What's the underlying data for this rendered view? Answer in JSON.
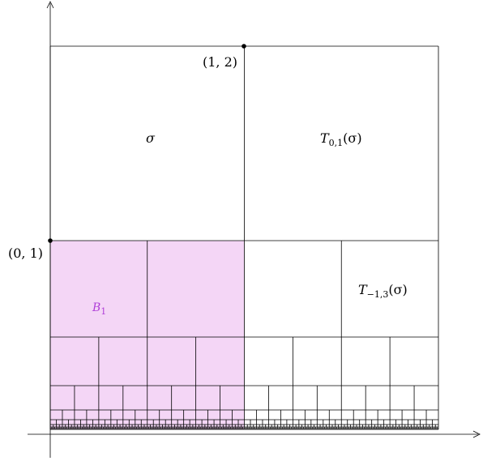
{
  "labels": {
    "sigma": "σ",
    "t01": {
      "base": "T",
      "sub": "0,1",
      "arg": "(σ)"
    },
    "t13": {
      "base": "T",
      "sub": "−1,3",
      "arg": "(σ)"
    },
    "b1": {
      "base": "B",
      "sub": "1"
    },
    "point_12": "(1, 2)",
    "point_01": "(0, 1)"
  },
  "colors": {
    "highlight_fill": "#f4d6f6",
    "highlight_text": "#b040d8",
    "line": "#000000"
  }
}
